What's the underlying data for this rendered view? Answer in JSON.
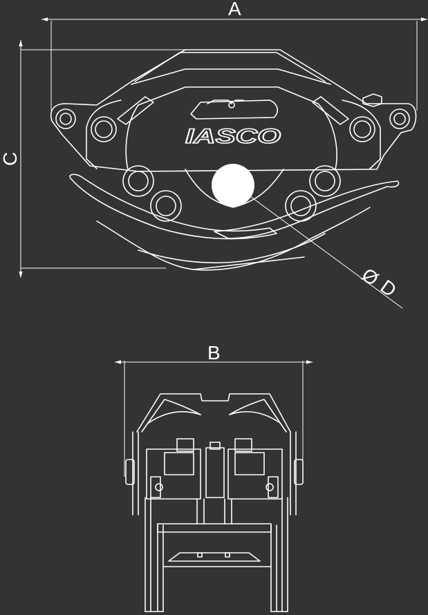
{
  "dimensions": {
    "a": "A",
    "b": "B",
    "c": "C",
    "d_symbol": "Ø",
    "d": "D"
  },
  "logo": "IASCO",
  "colors": {
    "background": "#333333",
    "line": "#ffffff"
  }
}
